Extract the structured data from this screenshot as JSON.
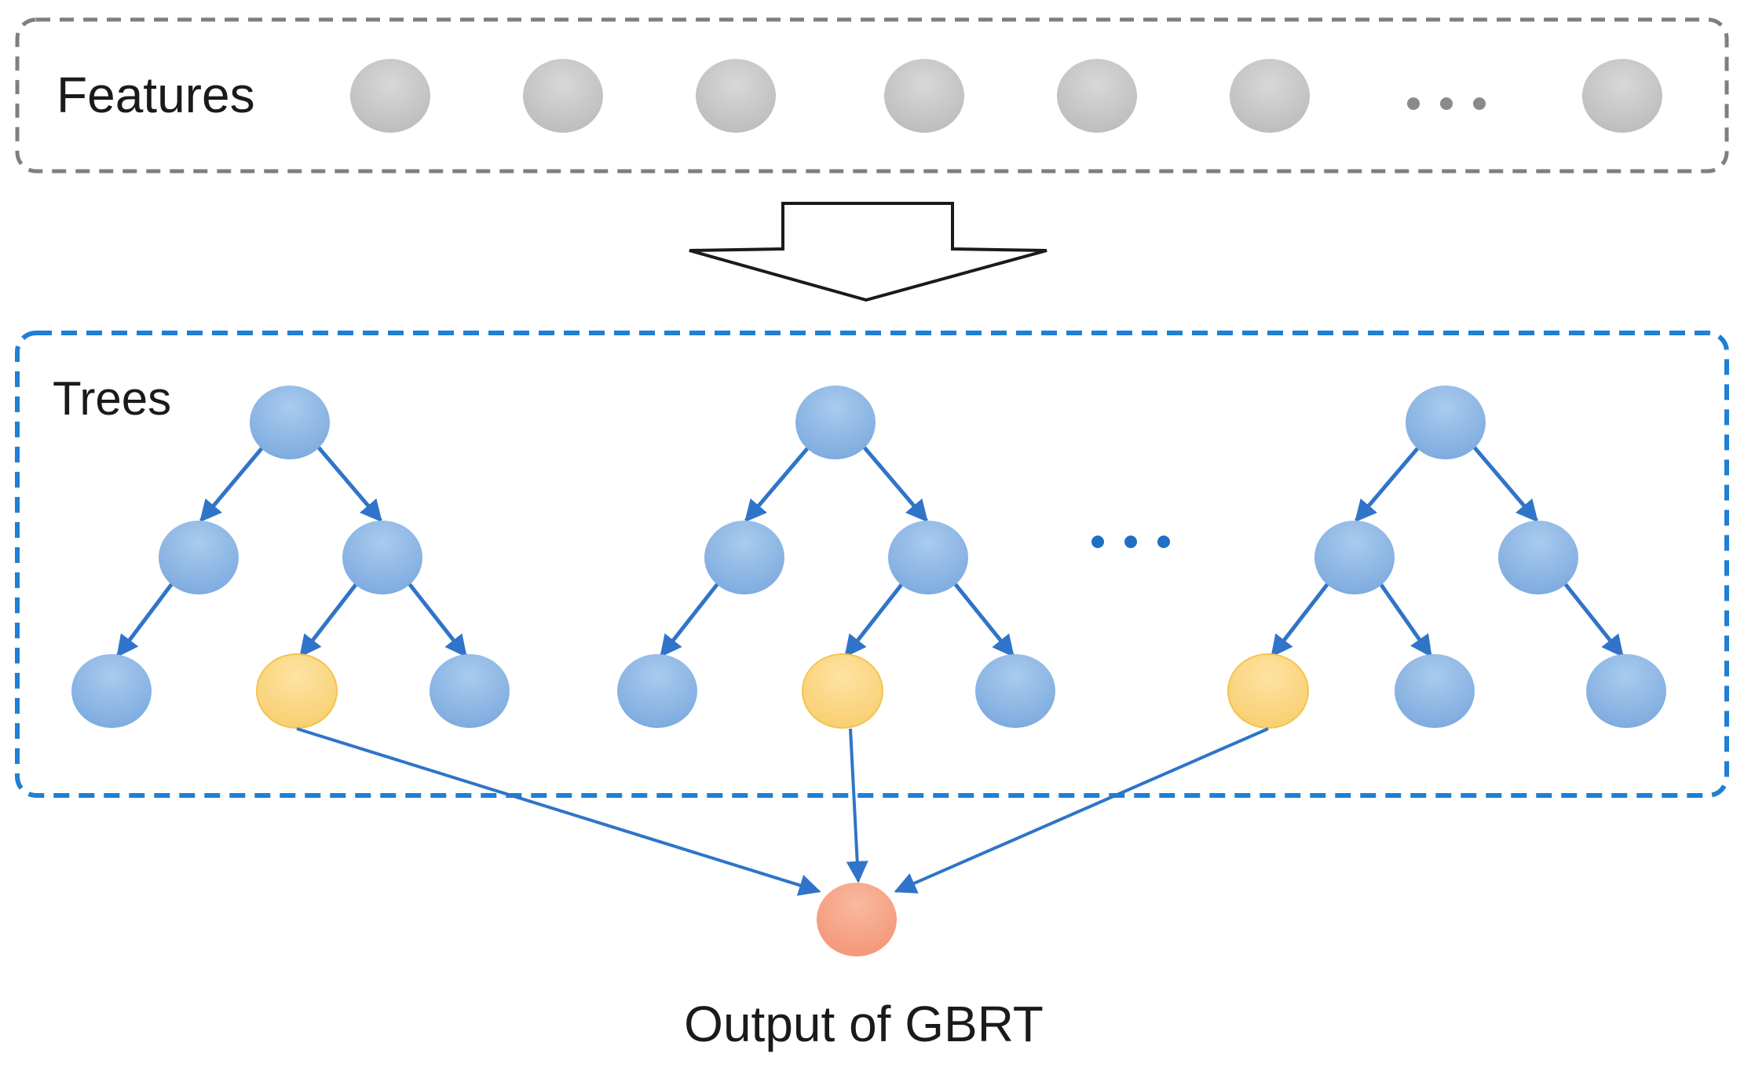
{
  "features": {
    "label": "Features",
    "ellipsis": "...",
    "node_color": "#c8c8c8",
    "border_color": "#7f7f7f"
  },
  "trees": {
    "label": "Trees",
    "ellipsis": "...",
    "node_color": "#8fb9e4",
    "selected_leaf_color": "#fbd98a",
    "edge_color": "#2f74c8",
    "border_color": "#1f7fd4"
  },
  "output": {
    "label": "Output of GBRT",
    "node_color": "#f7a88c"
  }
}
